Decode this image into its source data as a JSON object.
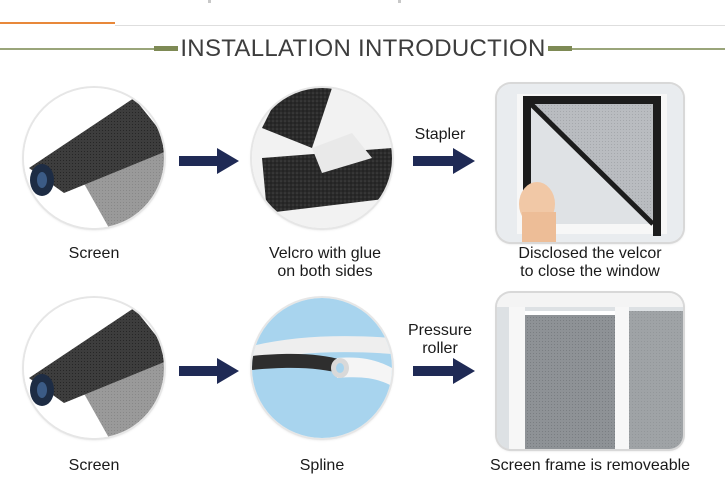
{
  "heading": {
    "title": "INSTALLATION INTRODUCTION"
  },
  "row1": {
    "item1_caption": "Screen",
    "item2_caption_line1": "Velcro with glue",
    "item2_caption_line2": "on both sides",
    "arrow_label": "Stapler",
    "item3_caption_line1": "Disclosed the velcor",
    "item3_caption_line2": "to close the window"
  },
  "row2": {
    "item1_caption": "Screen",
    "item2_caption": "Spline",
    "arrow_label_line1": "Pressure",
    "arrow_label_line2": "roller",
    "item3_caption": "Screen frame is removeable"
  },
  "colors": {
    "accent": "#e8883a",
    "heading_line": "#9aa57a",
    "arrow": "#1f2a55",
    "spline_bg": "#a8d4ee"
  }
}
